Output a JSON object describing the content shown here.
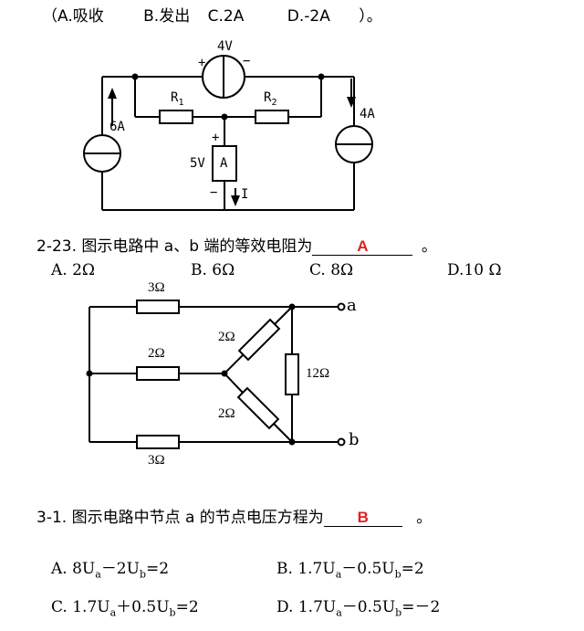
{
  "q_prev": {
    "paren_open": "（",
    "options": [
      "A.吸收",
      "B.发出",
      "C.2A",
      "D.-2A"
    ],
    "close": "）。"
  },
  "circuit1": {
    "v_source_top": "4V",
    "plus": "+",
    "minus": "−",
    "r1": "R",
    "r1_sub": "1",
    "r2": "R",
    "r2_sub": "2",
    "i_left": "6A",
    "i_right": "4A",
    "v_mid": "5V",
    "ammeter": "A",
    "current": "I"
  },
  "q223": {
    "number": "2-23.",
    "text": "图示电路中 a、b 端的等效电阻为",
    "answer": "A",
    "end": "。",
    "options": [
      "A. 2Ω",
      "B. 6Ω",
      "C. 8Ω",
      "D.10 Ω"
    ]
  },
  "circuit2": {
    "r_top": "3Ω",
    "r_mid": "2Ω",
    "r_bot": "3Ω",
    "r_diag_up": "2Ω",
    "r_diag_down": "2Ω",
    "r_right": "12Ω",
    "term_a": "a",
    "term_b": "b"
  },
  "q31": {
    "number": "3-1.",
    "text": "图示电路中节点 a 的节点电压方程为",
    "answer": "B",
    "end": "。",
    "options": [
      {
        "letter": "A.",
        "eq": "8U",
        "s1": "a",
        "mid": "－2U",
        "s2": "b",
        "rhs": "=2"
      },
      {
        "letter": "B.",
        "eq": "1.7U",
        "s1": "a",
        "mid": "－0.5U",
        "s2": "b",
        "rhs": "=2"
      },
      {
        "letter": "C.",
        "eq": "1.7U",
        "s1": "a",
        "mid": "＋0.5U",
        "s2": "b",
        "rhs": "=2"
      },
      {
        "letter": "D.",
        "eq": "1.7U",
        "s1": "a",
        "mid": "－0.5U",
        "s2": "b",
        "rhs": "=－2"
      }
    ]
  }
}
